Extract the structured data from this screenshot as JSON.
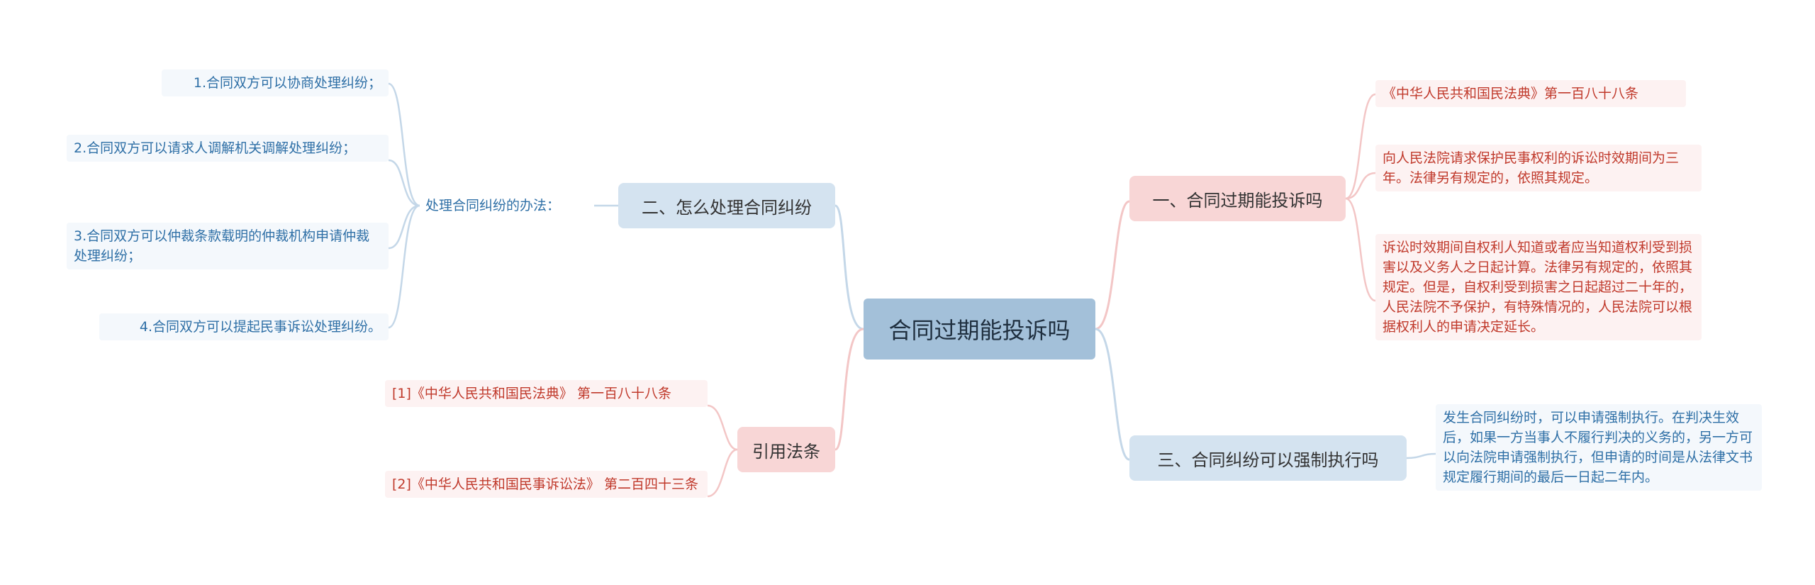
{
  "root": {
    "label": "合同过期能投诉吗"
  },
  "branches": {
    "b1": {
      "label": "一、合同过期能投诉吗"
    },
    "b2": {
      "label": "二、怎么处理合同纠纷"
    },
    "b3": {
      "label": "三、合同纠纷可以强制执行吗"
    },
    "b4": {
      "label": "引用法条"
    }
  },
  "b1_leaves": {
    "l1": "《中华人民共和国民法典》第一百八十八条",
    "l2": "向人民法院请求保护民事权利的诉讼时效期间为三年。法律另有规定的，依照其规定。",
    "l3": "诉讼时效期间自权利人知道或者应当知道权利受到损害以及义务人之日起计算。法律另有规定的，依照其规定。但是，自权利受到损害之日起超过二十年的，人民法院不予保护，有特殊情况的，人民法院可以根据权利人的申请决定延长。"
  },
  "b2_mid": {
    "label": "处理合同纠纷的办法："
  },
  "b2_leaves": {
    "l1": "1.合同双方可以协商处理纠纷；",
    "l2": "2.合同双方可以请求人调解机关调解处理纠纷；",
    "l3": "3.合同双方可以仲裁条款载明的仲裁机构申请仲裁处理纠纷；",
    "l4": "4.合同双方可以提起民事诉讼处理纠纷。"
  },
  "b3_leaves": {
    "l1": "发生合同纠纷时，可以申请强制执行。在判决生效后，如果一方当事人不履行判决的义务的，另一方可以向法院申请强制执行，但申请的时间是从法律文书规定履行期间的最后一日起二年内。"
  },
  "b4_leaves": {
    "l1": "[1]《中华人民共和国民法典》 第一百八十八条",
    "l2": "[2]《中华人民共和国民事诉讼法》 第二百四十三条"
  },
  "colors": {
    "blue_line": "#a3c0d9",
    "red_line": "#f0b8b8",
    "leaf_line": "#f3c0c0"
  }
}
